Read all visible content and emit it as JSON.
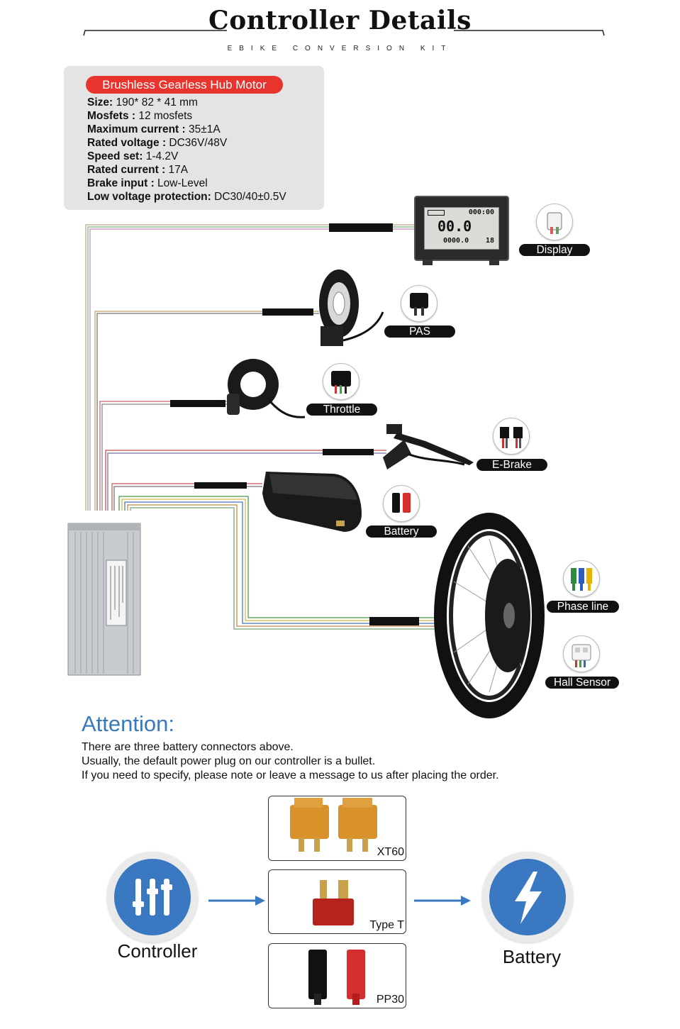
{
  "header": {
    "title": "Controller Details",
    "subtitle": "EBIKE CONVERSION KIT"
  },
  "specs": {
    "badge": "Brushless Gearless Hub Motor",
    "rows": [
      {
        "label": "Size:",
        "value": " 190* 82 * 41 mm"
      },
      {
        "label": "Mosfets :",
        "value": " 12 mosfets"
      },
      {
        "label": "Maximum current :",
        "value": " 35±1A"
      },
      {
        "label": "Rated voltage :",
        "value": " DC36V/48V"
      },
      {
        "label": "Speed set:",
        "value": " 1-4.2V"
      },
      {
        "label": "Rated current :",
        "value": " 17A"
      },
      {
        "label": "Brake input :",
        "value": " Low-Level"
      },
      {
        "label": "Low voltage protection:",
        "value": " DC30/40±0.5V"
      }
    ]
  },
  "components": {
    "display": "Display",
    "pas": "PAS",
    "throttle": "Throttle",
    "ebrake": "E-Brake",
    "battery": "Battery",
    "phase_line": "Phase line",
    "hall_sensor": "Hall Sensor"
  },
  "lcd": {
    "time": "000:00",
    "speed": "00.0",
    "odo": "0000.0",
    "num": "18"
  },
  "attention": {
    "title": "Attention:",
    "lines": [
      "There are three battery connectors above.",
      "Usually, the default power plug on our controller is a bullet.",
      "If you need to specify, please note or leave a message to us after placing the order."
    ]
  },
  "plugs": {
    "xt60": "XT60",
    "type_t": "Type T",
    "pp30": "PP30"
  },
  "flow": {
    "controller": "Controller",
    "battery": "Battery"
  },
  "colors": {
    "accent_blue": "#3a78c1",
    "badge_red": "#e8342c"
  }
}
